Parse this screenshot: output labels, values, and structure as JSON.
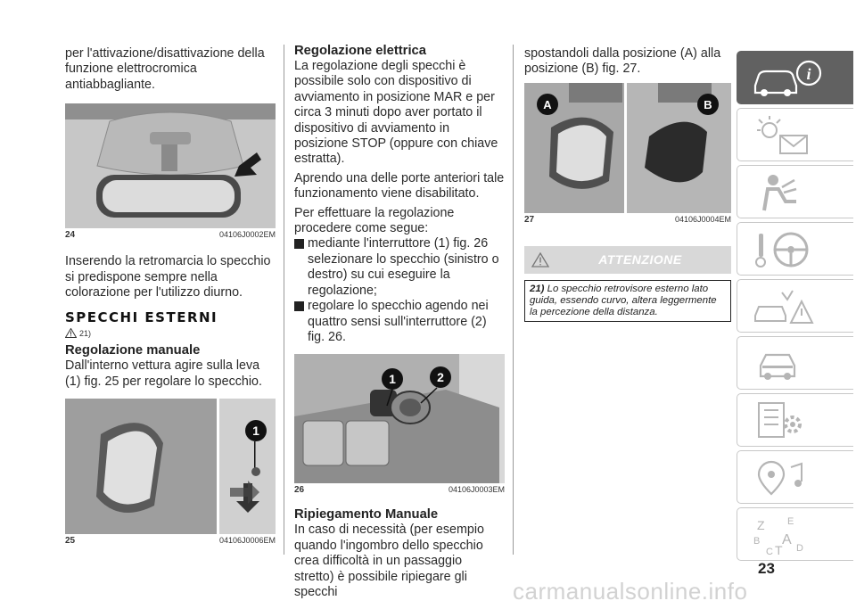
{
  "col1": {
    "intro": "per l'attivazione/disattivazione della funzione elettrocromica antiabbagliante.",
    "fig24": {
      "num": "24",
      "code": "04106J0002EM"
    },
    "after": "Inserendo la retromarcia lo specchio si predispone sempre nella colorazione per l'utilizzo diurno.",
    "section_title": "SPECCHI ESTERNI",
    "ref": "21)",
    "manual_title": "Regolazione manuale",
    "manual_text": "Dall'interno vettura agire sulla leva (1) fig. 25 per regolare lo specchio.",
    "fig25": {
      "num": "25",
      "code": "04106J0006EM",
      "label": "1"
    }
  },
  "col2": {
    "elec_title": "Regolazione elettrica",
    "elec_text": "La regolazione degli specchi è possibile solo con dispositivo di avviamento in posizione MAR e per circa 3 minuti dopo aver portato il dispositivo di avviamento in posizione STOP (oppure con chiave estratta).",
    "door_text": "Aprendo una delle porte anteriori tale funzionamento viene disabilitato.",
    "proc_text": "Per effettuare la regolazione procedere come segue:",
    "bullet1": "mediante l'interruttore (1) fig. 26 selezionare lo specchio (sinistro o destro) su cui eseguire la regolazione;",
    "bullet2": "regolare lo specchio agendo nei quattro sensi sull'interruttore (2) fig. 26.",
    "fig26": {
      "num": "26",
      "code": "04106J0003EM",
      "label1": "1",
      "label2": "2"
    },
    "fold_title": "Ripiegamento Manuale",
    "fold_text": "In caso di necessità (per esempio quando l'ingombro dello specchio crea difficoltà in un passaggio stretto) è possibile ripiegare gli specchi"
  },
  "col3": {
    "intro": "spostandoli dalla posizione (A) alla posizione (B) fig. 27.",
    "fig27": {
      "num": "27",
      "code": "04106J0004EM",
      "labelA": "A",
      "labelB": "B"
    },
    "warn_title": "ATTENZIONE",
    "warn_num": "21)",
    "warn_text": "Lo specchio retrovisore esterno lato guida, essendo curvo, altera leggermente la percezione della distanza."
  },
  "tabs": [
    "car-info-icon",
    "lights-message-icon",
    "airbag-person-icon",
    "steering-key-icon",
    "accident-icon",
    "car-service-icon",
    "specs-gear-icon",
    "multimedia-icon",
    "index-alphabet-icon"
  ],
  "page_number": "23",
  "watermark": "carmanualsonline.info"
}
